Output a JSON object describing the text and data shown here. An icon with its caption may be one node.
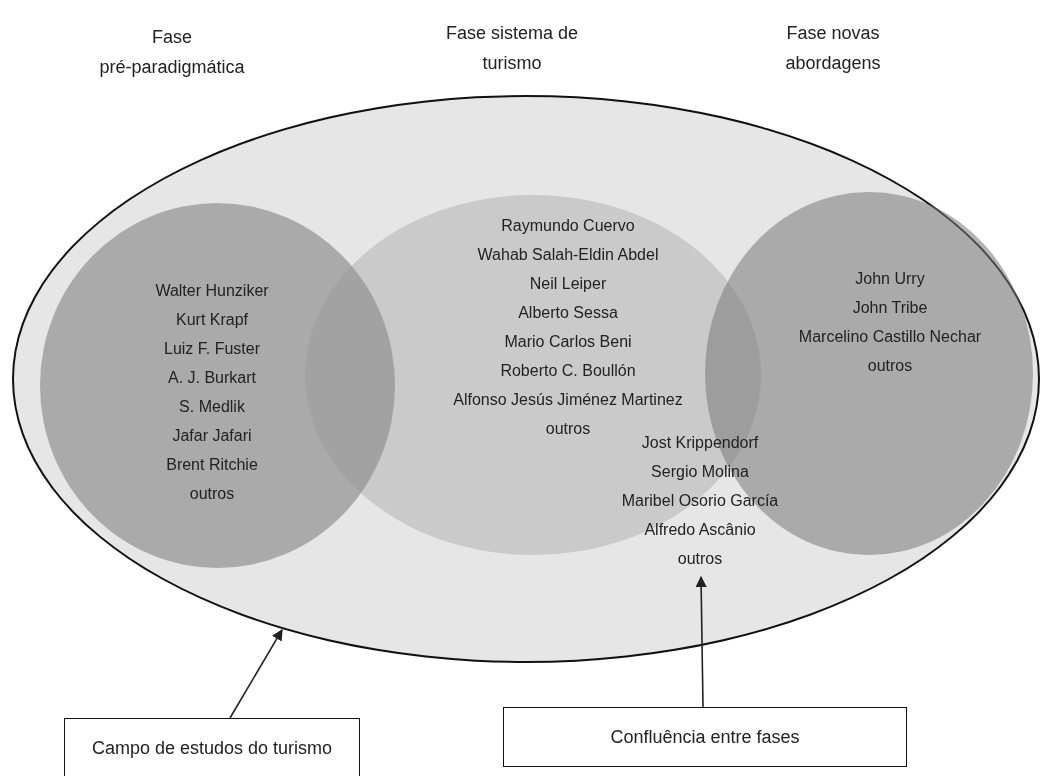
{
  "diagram": {
    "nodes": [
      {
        "text": [],
        "shape": "ellipse"
      },
      {
        "text": [
          "Walter Hunziker",
          "Kurt Krapf",
          "Luiz F. Fuster",
          "A. J. Burkart",
          "S. Medlik",
          "Jafar Jafari",
          "Brent Ritchie",
          "outros"
        ],
        "in": 0
      },
      {
        "text": [
          "Raymundo Cuervo",
          "Wahab Salah-Eldin Abdel",
          "Neil Leiper",
          "Alberto Sessa",
          "Mario Carlos Beni",
          "Roberto C. Boullón",
          "Alfonso Jesús Jiménez Martinez",
          "outros"
        ],
        "in": 0
      },
      {
        "text": [
          "John Urry",
          "John Tribe",
          "Marcelino Castillo Nechar",
          "outros"
        ],
        "in": 0
      },
      {
        "text": [
          "Jost Krippendorf",
          "Sergio Molina",
          "Maribel Osorio García",
          "Alfredo Ascânio",
          "outros"
        ],
        "in": 0
      },
      {
        "text": [
          "Campo de estudos do turismo"
        ]
      },
      {
        "text": [
          "Confluência entre fases"
        ]
      }
    ],
    "edges": [
      {
        "from": 5,
        "to": 0,
        "arrow": "to"
      },
      {
        "from": 6,
        "to": 4,
        "arrow": "to"
      }
    ],
    "labels": [
      "Fase pré-paradigmática",
      "Fase sistema de turismo",
      "Fase novas abordagens"
    ]
  }
}
